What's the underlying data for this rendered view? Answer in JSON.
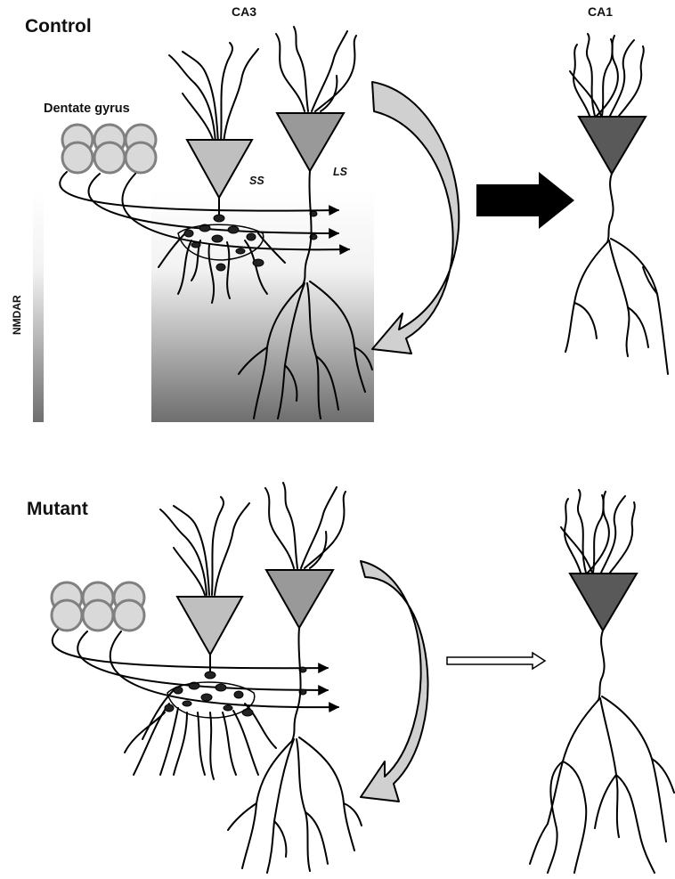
{
  "panels": {
    "control": {
      "title": "Control"
    },
    "mutant": {
      "title": "Mutant"
    }
  },
  "regions": {
    "ca3": "CA3",
    "ca1": "CA1"
  },
  "labels": {
    "dentate_gyrus": "Dentate gyrus",
    "nmdar": "NMDAR",
    "ss": "SS",
    "ls": "LS"
  },
  "colors": {
    "granule_fill": "#d9d9d9",
    "granule_stroke": "#808080",
    "ss_neuron": "#bfbfbf",
    "ls_neuron": "#999999",
    "ca1_neuron": "#595959",
    "feedback_arrow": "#d0d0d0",
    "output_arrow": "#000000",
    "gradient_top": "#ffffff",
    "gradient_bottom": "#6e6e6e"
  }
}
